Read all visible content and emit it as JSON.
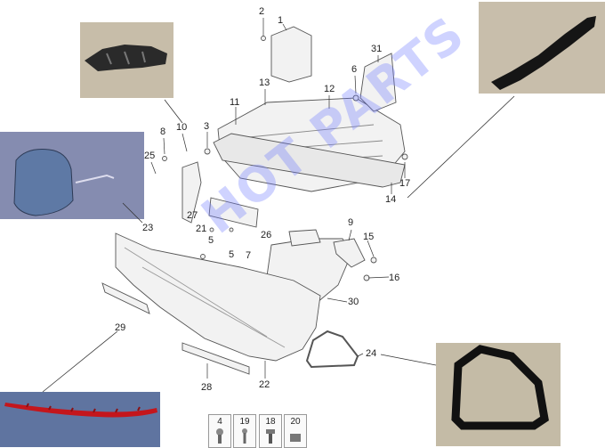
{
  "diagram": {
    "callouts": [
      "2",
      "1",
      "31",
      "6",
      "13",
      "12",
      "11",
      "10",
      "3",
      "8",
      "25",
      "7",
      "17",
      "14",
      "9",
      "15",
      "21",
      "5",
      "26",
      "5",
      "7",
      "16",
      "23",
      "27",
      "29",
      "30",
      "24",
      "28",
      "22",
      "4",
      "19",
      "18",
      "20"
    ],
    "watermark": "HOT PARTS"
  },
  "colors": {
    "line": "#555555",
    "part_fill": "#f2f2f2",
    "photo_bg": "#c9bfae",
    "cap_photo_bg": "#8c93b8",
    "trim_photo_bg": "#6a7fa8",
    "watermark": "#8890ff",
    "red_strip": "#c4161c"
  }
}
